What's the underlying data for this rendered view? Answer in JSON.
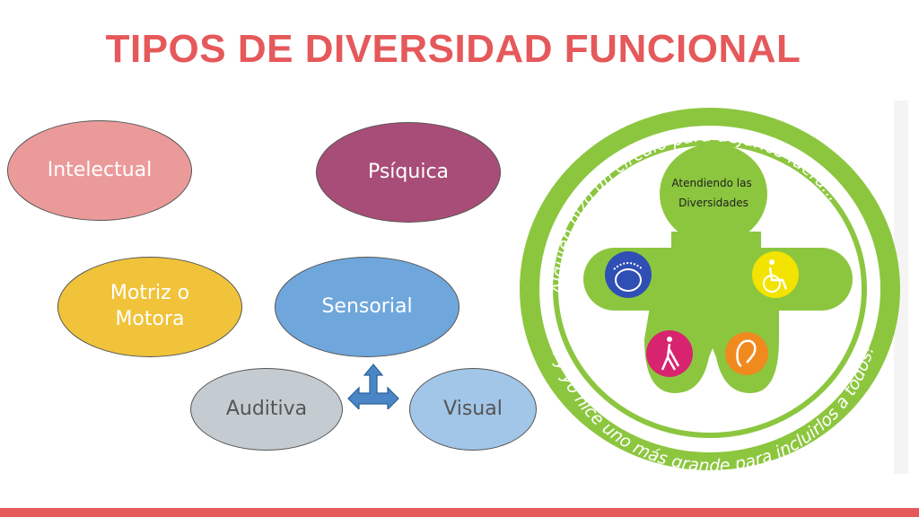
{
  "title": "TIPOS DE DIVERSIDAD FUNCIONAL",
  "nodes": [
    {
      "id": "intelectual",
      "label": "Intelectual",
      "color": "#eb9a9a"
    },
    {
      "id": "psiquica",
      "label": "Psíquica",
      "color": "#a84d77"
    },
    {
      "id": "motriz",
      "label": "Motriz o\nMotora",
      "color": "#f0c33a"
    },
    {
      "id": "sensorial",
      "label": "Sensorial",
      "color": "#6fa7dc"
    },
    {
      "id": "auditiva",
      "label": "Auditiva",
      "color": "#c5ccd1"
    },
    {
      "id": "visual",
      "label": "Visual",
      "color": "#a2c6e8"
    }
  ],
  "logo": {
    "ring_text_top": "Alguien hizo un círculo para dejarlos fuera...",
    "ring_text_bottom": "... y yo hice uno más grande para incluirlos a todos!",
    "head_text": "Atendiendo las Diversidades",
    "colors": {
      "green": "#8cc63f",
      "white": "#ffffff"
    }
  },
  "accent_color": "#e5595b"
}
